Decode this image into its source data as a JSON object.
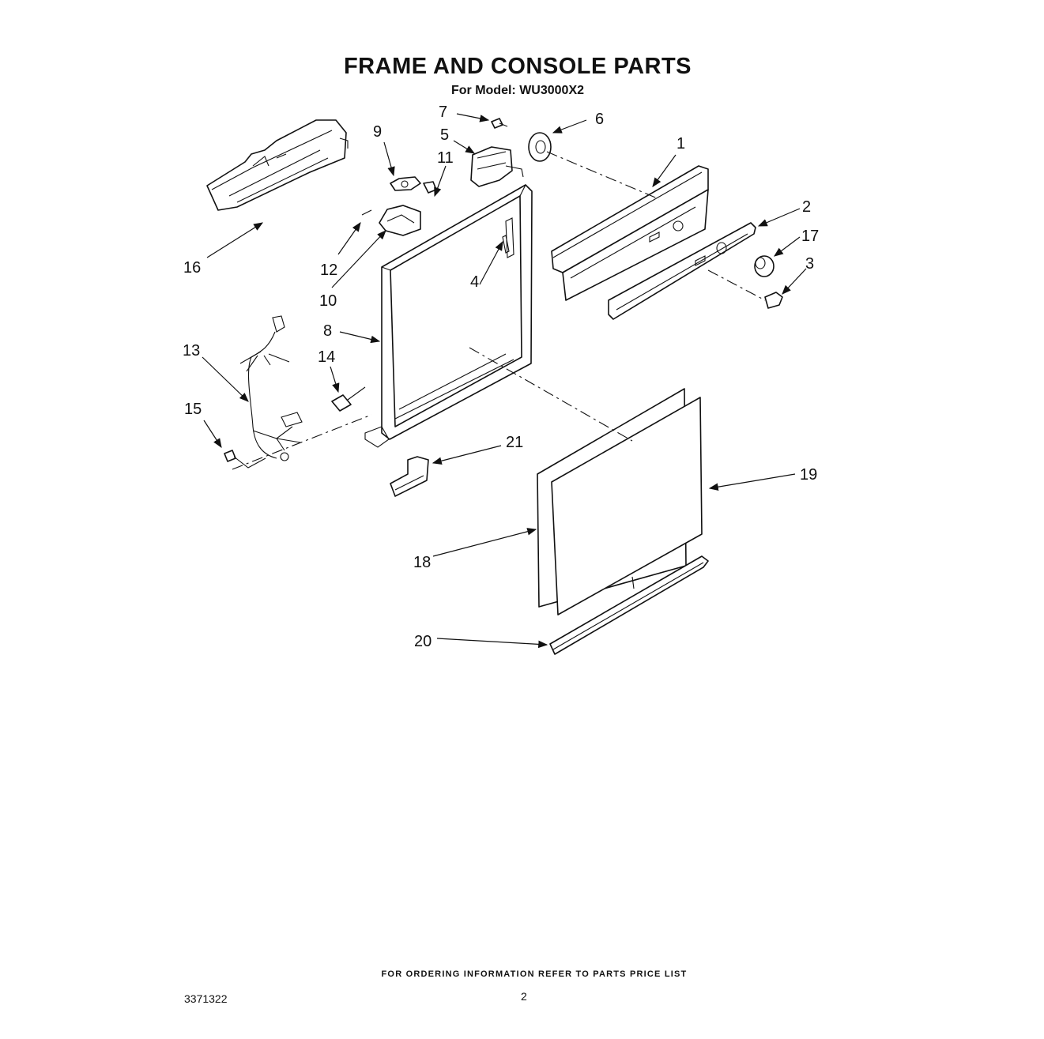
{
  "header": {
    "title": "FRAME AND CONSOLE PARTS",
    "subtitle": "For Model: WU3000X2"
  },
  "callouts": [
    "1",
    "2",
    "3",
    "4",
    "5",
    "6",
    "7",
    "8",
    "9",
    "10",
    "11",
    "12",
    "13",
    "14",
    "15",
    "16",
    "17",
    "18",
    "19",
    "20",
    "21"
  ],
  "footer": {
    "ordering_note": "FOR ORDERING INFORMATION REFER TO PARTS PRICE LIST",
    "document_number": "3371322",
    "page_number": "2"
  }
}
